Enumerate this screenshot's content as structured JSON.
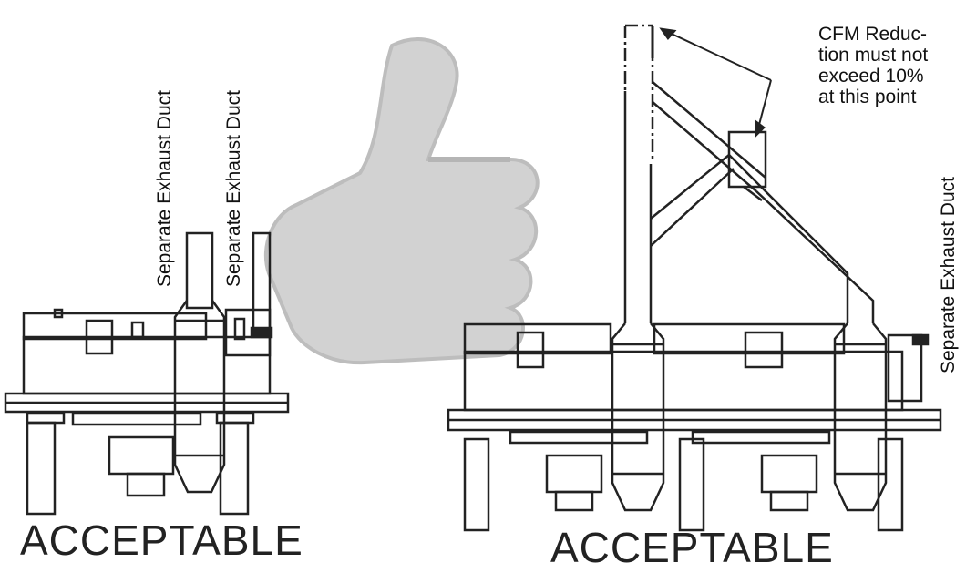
{
  "labels": {
    "duct_left_1": "Separate Exhaust Duct",
    "duct_left_2": "Separate Exhaust Duct",
    "duct_right": "Separate Exhaust Duct",
    "acceptable_left": "ACCEPTABLE",
    "acceptable_right": "ACCEPTABLE"
  },
  "note_lines": [
    "CFM Reduc-",
    "tion must not",
    "exceed 10%",
    "at this point"
  ],
  "colors": {
    "line": "#222222",
    "thumb": "#cfcfcf",
    "thumb_stroke": "#bcbcbc"
  },
  "icons": {
    "thumb": "thumbs-up-icon"
  }
}
